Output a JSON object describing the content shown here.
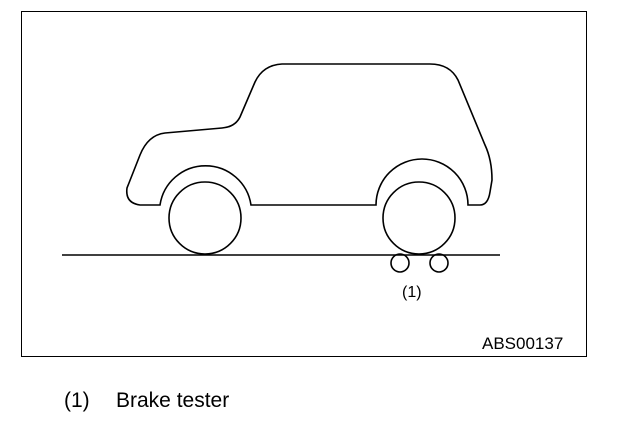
{
  "figure": {
    "callout_label": "(1)",
    "figure_id": "ABS00137"
  },
  "legend": {
    "items": [
      {
        "number": "(1)",
        "text": "Brake tester"
      }
    ]
  },
  "colors": {
    "line": "#000000",
    "background": "#ffffff"
  }
}
